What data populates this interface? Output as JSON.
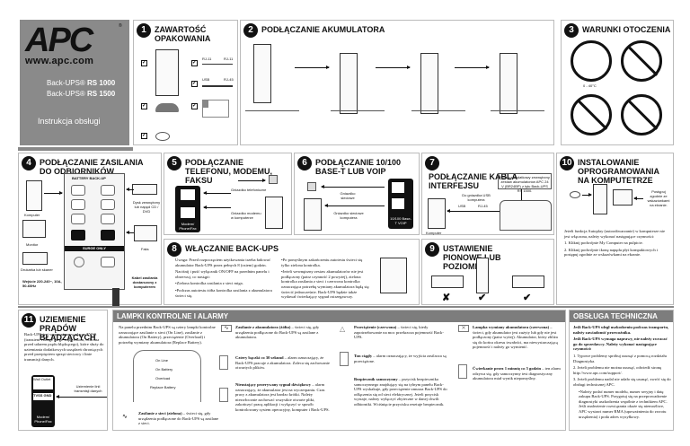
{
  "cover": {
    "brand": "APC",
    "registered": "®",
    "url": "www.apc.com",
    "models": [
      {
        "prefix": "Back-UPS®",
        "model": "RS 1000"
      },
      {
        "prefix": "Back-UPS®",
        "model": "RS 1500"
      }
    ],
    "subtitle": "Instrukcja obsługi"
  },
  "sections": {
    "s1": {
      "num": "1",
      "title": "ZAWARTOŚĆ OPAKOWANIA",
      "labels": [
        "RJ-11",
        "RJ-11",
        "USB",
        "RJ-45"
      ]
    },
    "s2": {
      "num": "2",
      "title": "PODŁĄCZANIE AKUMULATORA"
    },
    "s3": {
      "num": "3",
      "title": "WARUNKI OTOCZENIA",
      "temp": "0 - 40°C"
    },
    "s4": {
      "num": "4",
      "title": "PODŁĄCZANIE ZASILANIA DO ODBIORNIKÓW",
      "labels": {
        "computer": "Komputer",
        "monitor": "Monitor",
        "printer": "Drukarka lub skaner",
        "disk": "Dysk zewnętrzny lub napęd CD / DVD",
        "fax": "Faks",
        "input": "Wejście 220-240~, 10A, 50-60Hz",
        "cable": "Kabel zasilania dostarczony z komputerem",
        "battery_backup": "BATTERY BACK-UP",
        "surge_only": "SURGE ONLY"
      }
    },
    "s5": {
      "num": "5",
      "title": "PODŁĄCZANIE TELEFONU, MODEMU, FAKSU",
      "labels": {
        "wall_jack": "Gniazdko telefoniczne",
        "modem_jack": "Gniazdko modemu w komputerze",
        "device": "Modem/ Phone/Fax"
      }
    },
    "s6": {
      "num": "6",
      "title": "PODŁĄCZANIE 10/100 BASE-T LUB VOIP",
      "labels": {
        "network": "Gniazdko sieciowe",
        "computer_net": "Gniazdko sieciowe komputera",
        "device": "10/100 Base-T VOIP"
      }
    },
    "s7": {
      "num": "7",
      "title": "PODŁĄCZANIE KABLA INTERFEJSU",
      "labels": {
        "note": "Podłącz dodatkowy zewnętrzny zestaw akumulatorów APC 24 V (BR24BP) z tyłu Back-UPS RS 1500.",
        "usb_port": "Do gniazdka USB komputera",
        "usb": "USB",
        "rj45": "RJ-45",
        "computer": "Komputer"
      }
    },
    "s8": {
      "num": "8",
      "title": "WŁĄCZANIE BACK-UPS",
      "col1": [
        "Uwaga: Przed rozpoczęciem użytkowania trzeba ładować akumulator Back-UPS przez pełnych 8 (osiem) godzin.",
        "Naciśnij i puść wyłącznik ON/OFF na przednim panelu i obserwuj, co nastąpi:"
      ],
      "col1_bullets": [
        "Zielona kontrolka zasilania z sieci miga.",
        "Podczas autotestu żółta kontrolka zasilania z akumulatora świeci się."
      ],
      "col2_bullets": [
        "Po pomyślnym zakończeniu autotestu świeci się tylko zielona kontrolka.",
        "Jeżeli wewnętrzny zestaw akumulatorów nie jest podłączony (patrz czynność 2 powyżej), zielona kontrolka zasilania z sieci i czerwona kontrolka oznaczająca potrzebę wymiany akumulatora będą się świecić jednocześnie. Back-UPS będzie także wydawał ćwierkający sygnał ostrzegawczy."
      ]
    },
    "s9": {
      "num": "9",
      "title": "USTAWIENIE PIONOWE LUB POZIOME",
      "marks": [
        "✘",
        "✔",
        "✔"
      ]
    },
    "s10": {
      "num": "10",
      "title": "INSTALOWANIE OPROGRAMOWANIA NA KOMPUTETRZE",
      "follow": "Postępuj zgodnie ze wskazówkami na ekranie.",
      "intro": "Jeżeli funkcja Autoplay (autoodtwarzanie) w komputerze nie jest włączona, należy wykonać następujące czynności:",
      "steps": [
        "Kliknij podwójnie My Computer na pulpicie.",
        "Kliknij podwójnie ikonę napędu płyt kompaktowych i postępuj zgodnie ze wskazówkami na ekranie."
      ]
    },
    "s11": {
      "num": "11",
      "title": "UZIEMIENIE PRĄDÓW BŁĄDZĄCYCH",
      "text": "Back-UPS jest wyposażony w złącze TVSS (transient voltage surge-suppression, ochrona przed udarem prądu błądzącego), które służy do uziemiania dodatkowych urządzeń chroniących przed przepięciem sprzęt sieciowy i linie transmisji danych.",
      "labels": {
        "wall": "Wall Outlet",
        "tvss": "TVSS GND",
        "device": "Modem/ Phone/Fax",
        "ground": "Uziemienie linii transmisji danych"
      }
    }
  },
  "indicators": {
    "title": "LAMPKI KONTROLNE I ALARMY",
    "intro": "Na panelu przednim Back-UPS są cztery lampki kontrolne oznaczające zasilanie z sieci (On Line), zasilanie z akumulatora (On Battery), przeciążenie (Overload) i potrzebę wymiany akumulatora (Replace Battery).",
    "panel_labels": [
      "On Line",
      "On Battery",
      "Overload",
      "Replace Battery"
    ],
    "items": [
      {
        "bold": "Zasilanie z sieci (zielona)",
        "text": " – świeci się, gdy urządzenia podłączone do Back-UPS są zasilane z sieci."
      },
      {
        "bold": "Zasilanie z akumulatora (żółta)",
        "text": " – świeci się, gdy urządzenia podłączone do Back-UPS są zasilane z akumulatora."
      },
      {
        "bold": "Cztery bączki co 30 sekund",
        "text": " – alarm oznaczający, że Back-UPS pracuje z akumulatora. Zaleca się zachowanie otwartych plików."
      },
      {
        "bold": "Nieustający przerywany sygnał dźwiękowy",
        "text": " – alarm oznaczający, że akumulator jest na wyczerpaniu. Czas pracy z akumulatora jest bardzo krótki. Należy niezwłocznie zachować wszystkie otwarte pliki, zakończyć pracę aplikacji i wyłączyć w sposób kontrolowany system operacyjny, komputer i Back-UPS."
      },
      {
        "bold": "Przeciążenie (czerwona)",
        "text": " – świeci się, kiedy zapotrzebowanie na moc przekracza pojemność Back-UPS."
      },
      {
        "bold": "Ton ciągły",
        "text": " – alarm oznaczający, że wyjścia zasilacza są przeciążone."
      },
      {
        "bold": "Bezpiecznik samoczynny",
        "text": " – przycisk bezpiecznika samoczynnego znajdujący się na tylnym panelu Back-UPS wyskakuje, gdy przeciążenie zmusza Back-UPS do odłączenia się od sieci elektrycznej. Jeżeli przycisk wystaje, należy wyłączyć zbyteczne w danej chwili odbiorniki. Wciśnięcie przycisku resetuje bezpiecznik."
      },
      {
        "bold": "Lampka wymiany akumulatora (czerwona)",
        "text": " – świeci, gdy akumulator jest zużyty lub gdy nie jest podłączony (patrz wyżej). Akumulator, który zbliża się do końca okresu trwałości, ma niewystarczającą pojemność i należy go wymienić."
      },
      {
        "bold": "Ćwierkanie przez 1 minutę co 5 godzin",
        "text": " – ten alarm odzywa się, gdy samoczynny test diagnostyczny akumulatora miał wynik niepomyślny."
      }
    ]
  },
  "support": {
    "title": "OBSŁUGA TECHNICZNA",
    "bold1": "Jeśli Back-UPS uległ uszkodzeniu podczas transportu, należy zawiadomić przewoźnika.",
    "bold2": "Jeśli Back-UPS wymaga naprawy, nie należy zwracać go do sprzedawcy. Należy wykonać następujące czynności:",
    "steps": [
      "Typowe problemy spróbuj usunąć z pomocą rozdziału Diagnostyka.",
      "Jeżeli problemu nie można usunąć, odwiedź stronę http://www.apc.com/support/.",
      "Jeżeli problemu nadal nie udało się usunąć, zwróć się do obsługi technicznej APC."
    ],
    "bullet": "Należy podać numer modelu, numer seryjny i datę zakupu Back-UPS. Przygotuj się na przeprowadzenie diagnostyki uszkodzenia wspólnie z technikiem APC. Jeśli znalezienie rozwiązania okaże się niemożliwe, APC wystawi numer RMA (upoważnienia do zwrotu urządzenia) i poda adres wysyłkowy."
  }
}
